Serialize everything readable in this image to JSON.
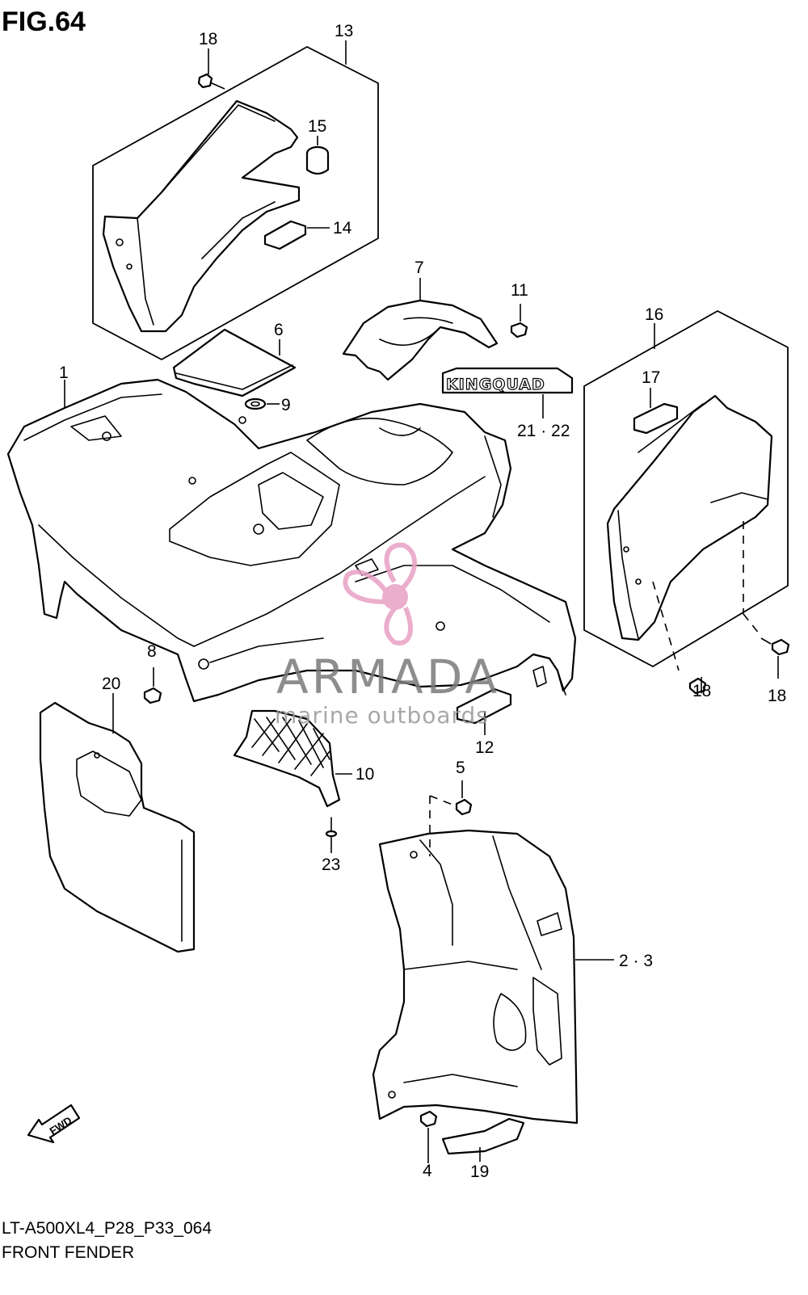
{
  "figure": {
    "title": "FIG.64",
    "model_code": "LT-A500XL4_P28_P33_064",
    "section_name": "FRONT FENDER"
  },
  "callouts": {
    "c1": "1",
    "c2_3": "2 · 3",
    "c4": "4",
    "c5": "5",
    "c6": "6",
    "c7": "7",
    "c8": "8",
    "c9": "9",
    "c10": "10",
    "c11": "11",
    "c12": "12",
    "c13": "13",
    "c14": "14",
    "c15": "15",
    "c16": "16",
    "c17": "17",
    "c18_top": "18",
    "c18_right_a": "18",
    "c18_right_b": "18",
    "c19": "19",
    "c20": "20",
    "c21_22": "21 · 22",
    "c23": "23"
  },
  "decal_text": "KINGQUAD",
  "fwd_label": "FWD",
  "watermark": {
    "brand": "ARMADA",
    "tagline": "marine outboards",
    "color_primary": "#e8a1c4",
    "color_text": "#7a7a7a"
  }
}
